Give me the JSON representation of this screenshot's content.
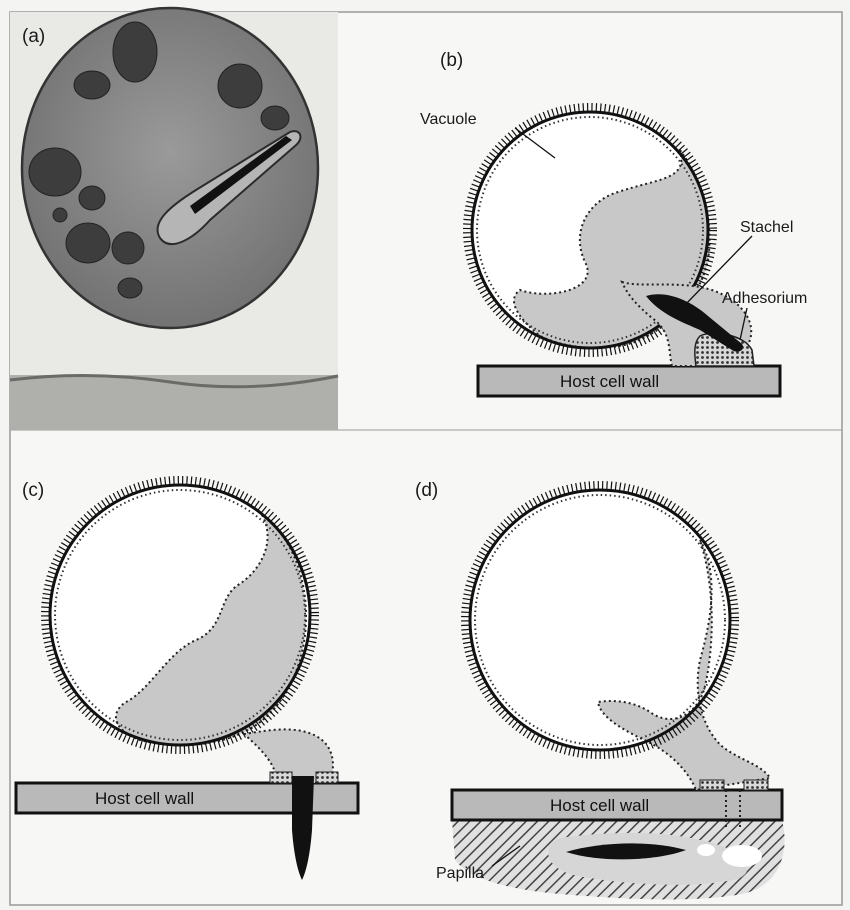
{
  "panels": {
    "a": {
      "label": "(a)"
    },
    "b": {
      "label": "(b)",
      "vacuole_label": "Vacuole",
      "stachel_label": "Stachel",
      "adhesorium_label": "Adhesorium",
      "wall_label": "Host cell wall"
    },
    "c": {
      "label": "(c)",
      "wall_label": "Host cell wall"
    },
    "d": {
      "label": "(d)",
      "wall_label": "Host cell wall",
      "papilla_label": "Papilla"
    }
  },
  "colors": {
    "cytoplasm": "#c8c8c8",
    "wall_fill": "#b9b9b9",
    "ink": "#1a1a1a",
    "frame": "#9a9a9a"
  }
}
